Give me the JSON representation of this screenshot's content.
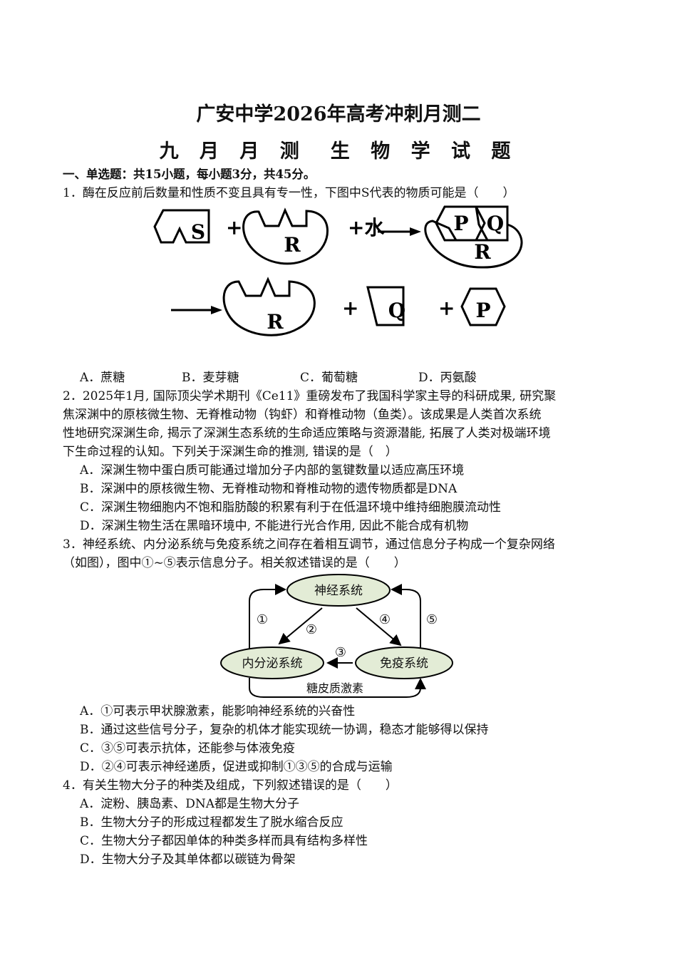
{
  "header": {
    "title": "广安中学2026年高考冲刺月测二",
    "subtitle_left": "九 月 月 测",
    "subtitle_right": "生 物 学 试 题"
  },
  "section": {
    "label": "一、单选题：共15小题，每小题3分，共45分。"
  },
  "questions": [
    {
      "number": "1",
      "stem_lines": [
        "1．酶在反应前后数量和性质不变且具有专一性，下图中S代表的物质可能是（　　）"
      ],
      "figure": {
        "labels": {
          "S": "S",
          "R": "R",
          "P": "P",
          "Q": "Q",
          "plus": "+",
          "water": "+水"
        }
      },
      "options": [
        {
          "key": "A",
          "text": "A．蔗糖"
        },
        {
          "key": "B",
          "text": "B．麦芽糖"
        },
        {
          "key": "C",
          "text": "C．葡萄糖"
        },
        {
          "key": "D",
          "text": "D．丙氨酸"
        }
      ]
    },
    {
      "number": "2",
      "stem_lines": [
        "2．2025年1月, 国际顶尖学术期刊《Ce11》重磅发布了我国科学家主导的科研成果, 研究聚",
        "焦深渊中的原核微生物、无脊椎动物（钩虾）和脊椎动物（鱼类）。该成果是人类首次系统",
        "性地研究深渊生命, 揭示了深渊生态系统的生命适应策略与资源潜能, 拓展了人类对极端环境",
        "下生命过程的认知。下列关于深渊生命的推测, 错误的是（　）"
      ],
      "options": [
        {
          "key": "A",
          "text": "A．深渊生物中蛋白质可能通过增加分子内部的氢键数量以适应高压环境"
        },
        {
          "key": "B",
          "text": "B．深渊中的原核微生物、无脊椎动物和脊椎动物的遗传物质都是DNA"
        },
        {
          "key": "C",
          "text": "C．深渊生物细胞内不饱和脂肪酸的积累有利于在低温环境中维持细胞膜流动性"
        },
        {
          "key": "D",
          "text": "D．深渊生物生活在黑暗环境中, 不能进行光合作用, 因此不能合成有机物"
        }
      ]
    },
    {
      "number": "3",
      "stem_lines": [
        "3．神经系统、内分泌系统与免疫系统之间存在着相互调节，通过信息分子构成一个复杂网络",
        "（如图），图中①~⑤表示信息分子。相关叙述错误的是（　　）"
      ],
      "figure": {
        "nodes": {
          "nervous": "神经系统",
          "endocrine": "内分泌系统",
          "immune": "免疫系统"
        },
        "edge_labels": {
          "m1": "①",
          "m2": "②",
          "m3": "③",
          "m4": "④",
          "m5": "⑤",
          "bottom": "糖皮质激素"
        },
        "node_fill": "#e3ecd6"
      },
      "options": [
        {
          "key": "A",
          "text": "A．①可表示甲状腺激素，能影响神经系统的兴奋性"
        },
        {
          "key": "B",
          "text": "B．通过这些信号分子，复杂的机体才能实现统一协调，稳态才能够得以保持"
        },
        {
          "key": "C",
          "text": "C．③⑤可表示抗体，还能参与体液免疫"
        },
        {
          "key": "D",
          "text": "D．②④可表示神经递质，促进或抑制①③⑤的合成与运输"
        }
      ]
    },
    {
      "number": "4",
      "stem_lines": [
        "4．有关生物大分子的种类及组成，下列叙述错误的是（　　）"
      ],
      "options": [
        {
          "key": "A",
          "text": "A．淀粉、胰岛素、DNA都是生物大分子"
        },
        {
          "key": "B",
          "text": "B．生物大分子的形成过程都发生了脱水缩合反应"
        },
        {
          "key": "C",
          "text": "C．生物大分子都因单体的种类多样而具有结构多样性"
        },
        {
          "key": "D",
          "text": "D．生物大分子及其单体都以碳链为骨架"
        }
      ]
    }
  ]
}
